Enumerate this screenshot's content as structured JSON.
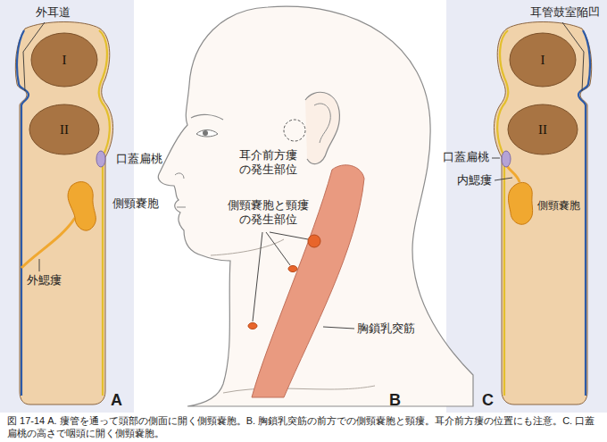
{
  "diagram": {
    "caption": "図 17-14 A. 瘻管を通って頭部の側面に開く側頸嚢胞。B. 胸鎖乳突筋の前方での側頸嚢胞と頸瘻。耳介前方瘻の位置にも注意。C. 口蓋扁桃の高さで咽頭に開く側頸嚢胞。",
    "nodes": [
      {
        "text": [
          "I"
        ]
      },
      {
        "text": [
          "II"
        ]
      },
      {
        "text": [
          "I"
        ]
      },
      {
        "text": [
          "II"
        ]
      }
    ],
    "labels": [
      "外耳道",
      "口蓋扁桃",
      "側頸嚢胞",
      "外鰓瘻",
      "A",
      "耳介前方瘻の発生部位",
      "側頸嚢胞と頸瘻の発生部位",
      "胸鎖乳突筋",
      "B",
      "耳管鼓室陥凹",
      "口蓋扁桃",
      "内鰓瘻",
      "側頸嚢胞",
      "C"
    ]
  }
}
